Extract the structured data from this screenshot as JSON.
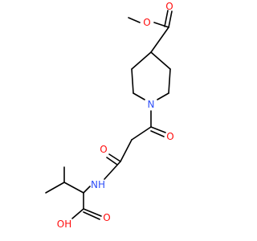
{
  "molecule": {
    "atom_labels": {
      "ester_carbonyl_o": "O",
      "ester_ether_o": "O",
      "piperidine_n": "N",
      "ketone_o": "O",
      "amide_o": "O",
      "amide_nh": "NH",
      "acid_carbonyl_o": "O",
      "acid_oh": "OH"
    },
    "colors": {
      "carbon_bond": "#000000",
      "oxygen": "#ff0d0d",
      "nitrogen": "#3050f8",
      "background": "#ffffff"
    }
  }
}
